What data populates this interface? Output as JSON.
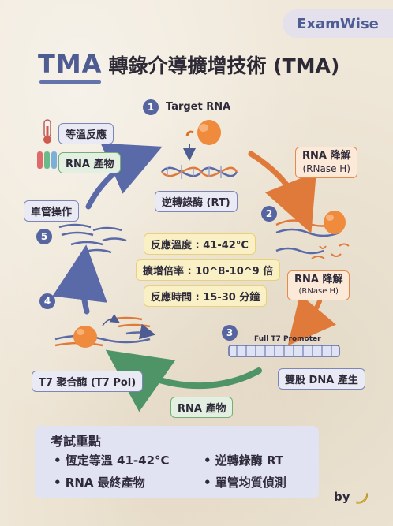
{
  "brand": "ExamWise",
  "title": {
    "abbr": "TMA",
    "main": "轉錄介導擴增技術 (TMA)"
  },
  "features": {
    "isothermal": "等溫反應",
    "rna_product": "RNA 產物",
    "single_tube": "單管操作"
  },
  "steps": [
    {
      "num": "1",
      "label": "Target RNA",
      "enzyme": "逆轉錄酶 (RT)"
    },
    {
      "num": "2",
      "label": "RNA 降解",
      "sub": "(RNase H)"
    },
    {
      "num": "3",
      "label": "Full T7 Promoter",
      "result": "雙股 DNA 產生"
    },
    {
      "num": "4",
      "label": "T7 聚合酶 (T7 Pol)"
    },
    {
      "num": "5"
    }
  ],
  "side_note": {
    "label": "RNA 降解",
    "sub": "(RNase H)"
  },
  "cycle_output": "RNA 產物",
  "conditions": {
    "temperature": "反應溫度 : 41-42°C",
    "amplification": "擴增倍率 : 10^8-10^9 倍",
    "time": "反應時間 : 15-30 分鐘"
  },
  "exam_points": {
    "title": "考試重點",
    "items": [
      "• 恆定等溫 41-42°C",
      "• 逆轉錄酶 RT",
      "• RNA 最終產物",
      "• 單管均質偵測"
    ]
  },
  "byline": "by",
  "colors": {
    "accent": "#5664a0",
    "orange": "#e07a3a",
    "green": "#4f9466",
    "navy": "#4e5c92"
  }
}
